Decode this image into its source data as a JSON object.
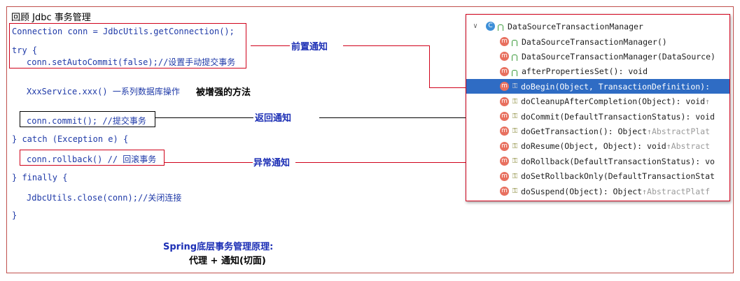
{
  "title": "回顾 Jdbc 事务管理",
  "code": {
    "line_connection": "Connection conn = JdbcUtils.getConnection();",
    "line_try": "try {",
    "line_autocommit": "conn.setAutoCommit(false);//设置手动提交事务",
    "line_service": "XxxService.xxx() 一系列数据库操作",
    "line_enhanced": "被增强的方法",
    "line_commit": "conn.commit(); //提交事务",
    "line_catch": "} catch (Exception e) {",
    "line_rollback": "conn.rollback() // 回滚事务",
    "line_finally": "} finally {",
    "line_close": "JdbcUtils.close(conn);//关闭连接",
    "line_end": "}"
  },
  "annotations": {
    "before": "前置通知",
    "after_returning": "返回通知",
    "after_throwing": "异常通知"
  },
  "summary": {
    "line1": "Spring底层事务管理原理:",
    "line2": "代理 + 通知(切面)"
  },
  "ide": {
    "class_name": "DataSourceTransactionManager",
    "class_icon": "C",
    "method_icon": "m",
    "rows": [
      {
        "text": "DataSourceTransactionManager()",
        "inherit": "",
        "visibility": "public",
        "selected": false
      },
      {
        "text": "DataSourceTransactionManager(DataSource)",
        "inherit": "",
        "visibility": "public",
        "selected": false
      },
      {
        "text": "afterPropertiesSet(): void",
        "inherit": "",
        "visibility": "public",
        "selected": false
      },
      {
        "text": "doBegin(Object, TransactionDefinition):",
        "inherit": "",
        "visibility": "protected",
        "selected": true
      },
      {
        "text": "doCleanupAfterCompletion(Object): void ",
        "inherit": "↑",
        "visibility": "protected",
        "selected": false
      },
      {
        "text": "doCommit(DefaultTransactionStatus): void",
        "inherit": "",
        "visibility": "protected",
        "selected": false
      },
      {
        "text": "doGetTransaction(): Object ",
        "inherit": "↑AbstractPlat",
        "visibility": "protected",
        "selected": false
      },
      {
        "text": "doResume(Object, Object): void ",
        "inherit": "↑Abstract",
        "visibility": "protected",
        "selected": false
      },
      {
        "text": "doRollback(DefaultTransactionStatus): vo",
        "inherit": "",
        "visibility": "protected",
        "selected": false
      },
      {
        "text": "doSetRollbackOnly(DefaultTransactionStat",
        "inherit": "",
        "visibility": "protected",
        "selected": false
      },
      {
        "text": "doSuspend(Object): Object ",
        "inherit": "↑AbstractPlatf",
        "visibility": "protected",
        "selected": false
      }
    ]
  },
  "colors": {
    "code_blue": "#1f3aa8",
    "highlight_red": "#d0021b",
    "label_blue": "#1c2fb5",
    "selection_blue": "#2f6cc4"
  }
}
